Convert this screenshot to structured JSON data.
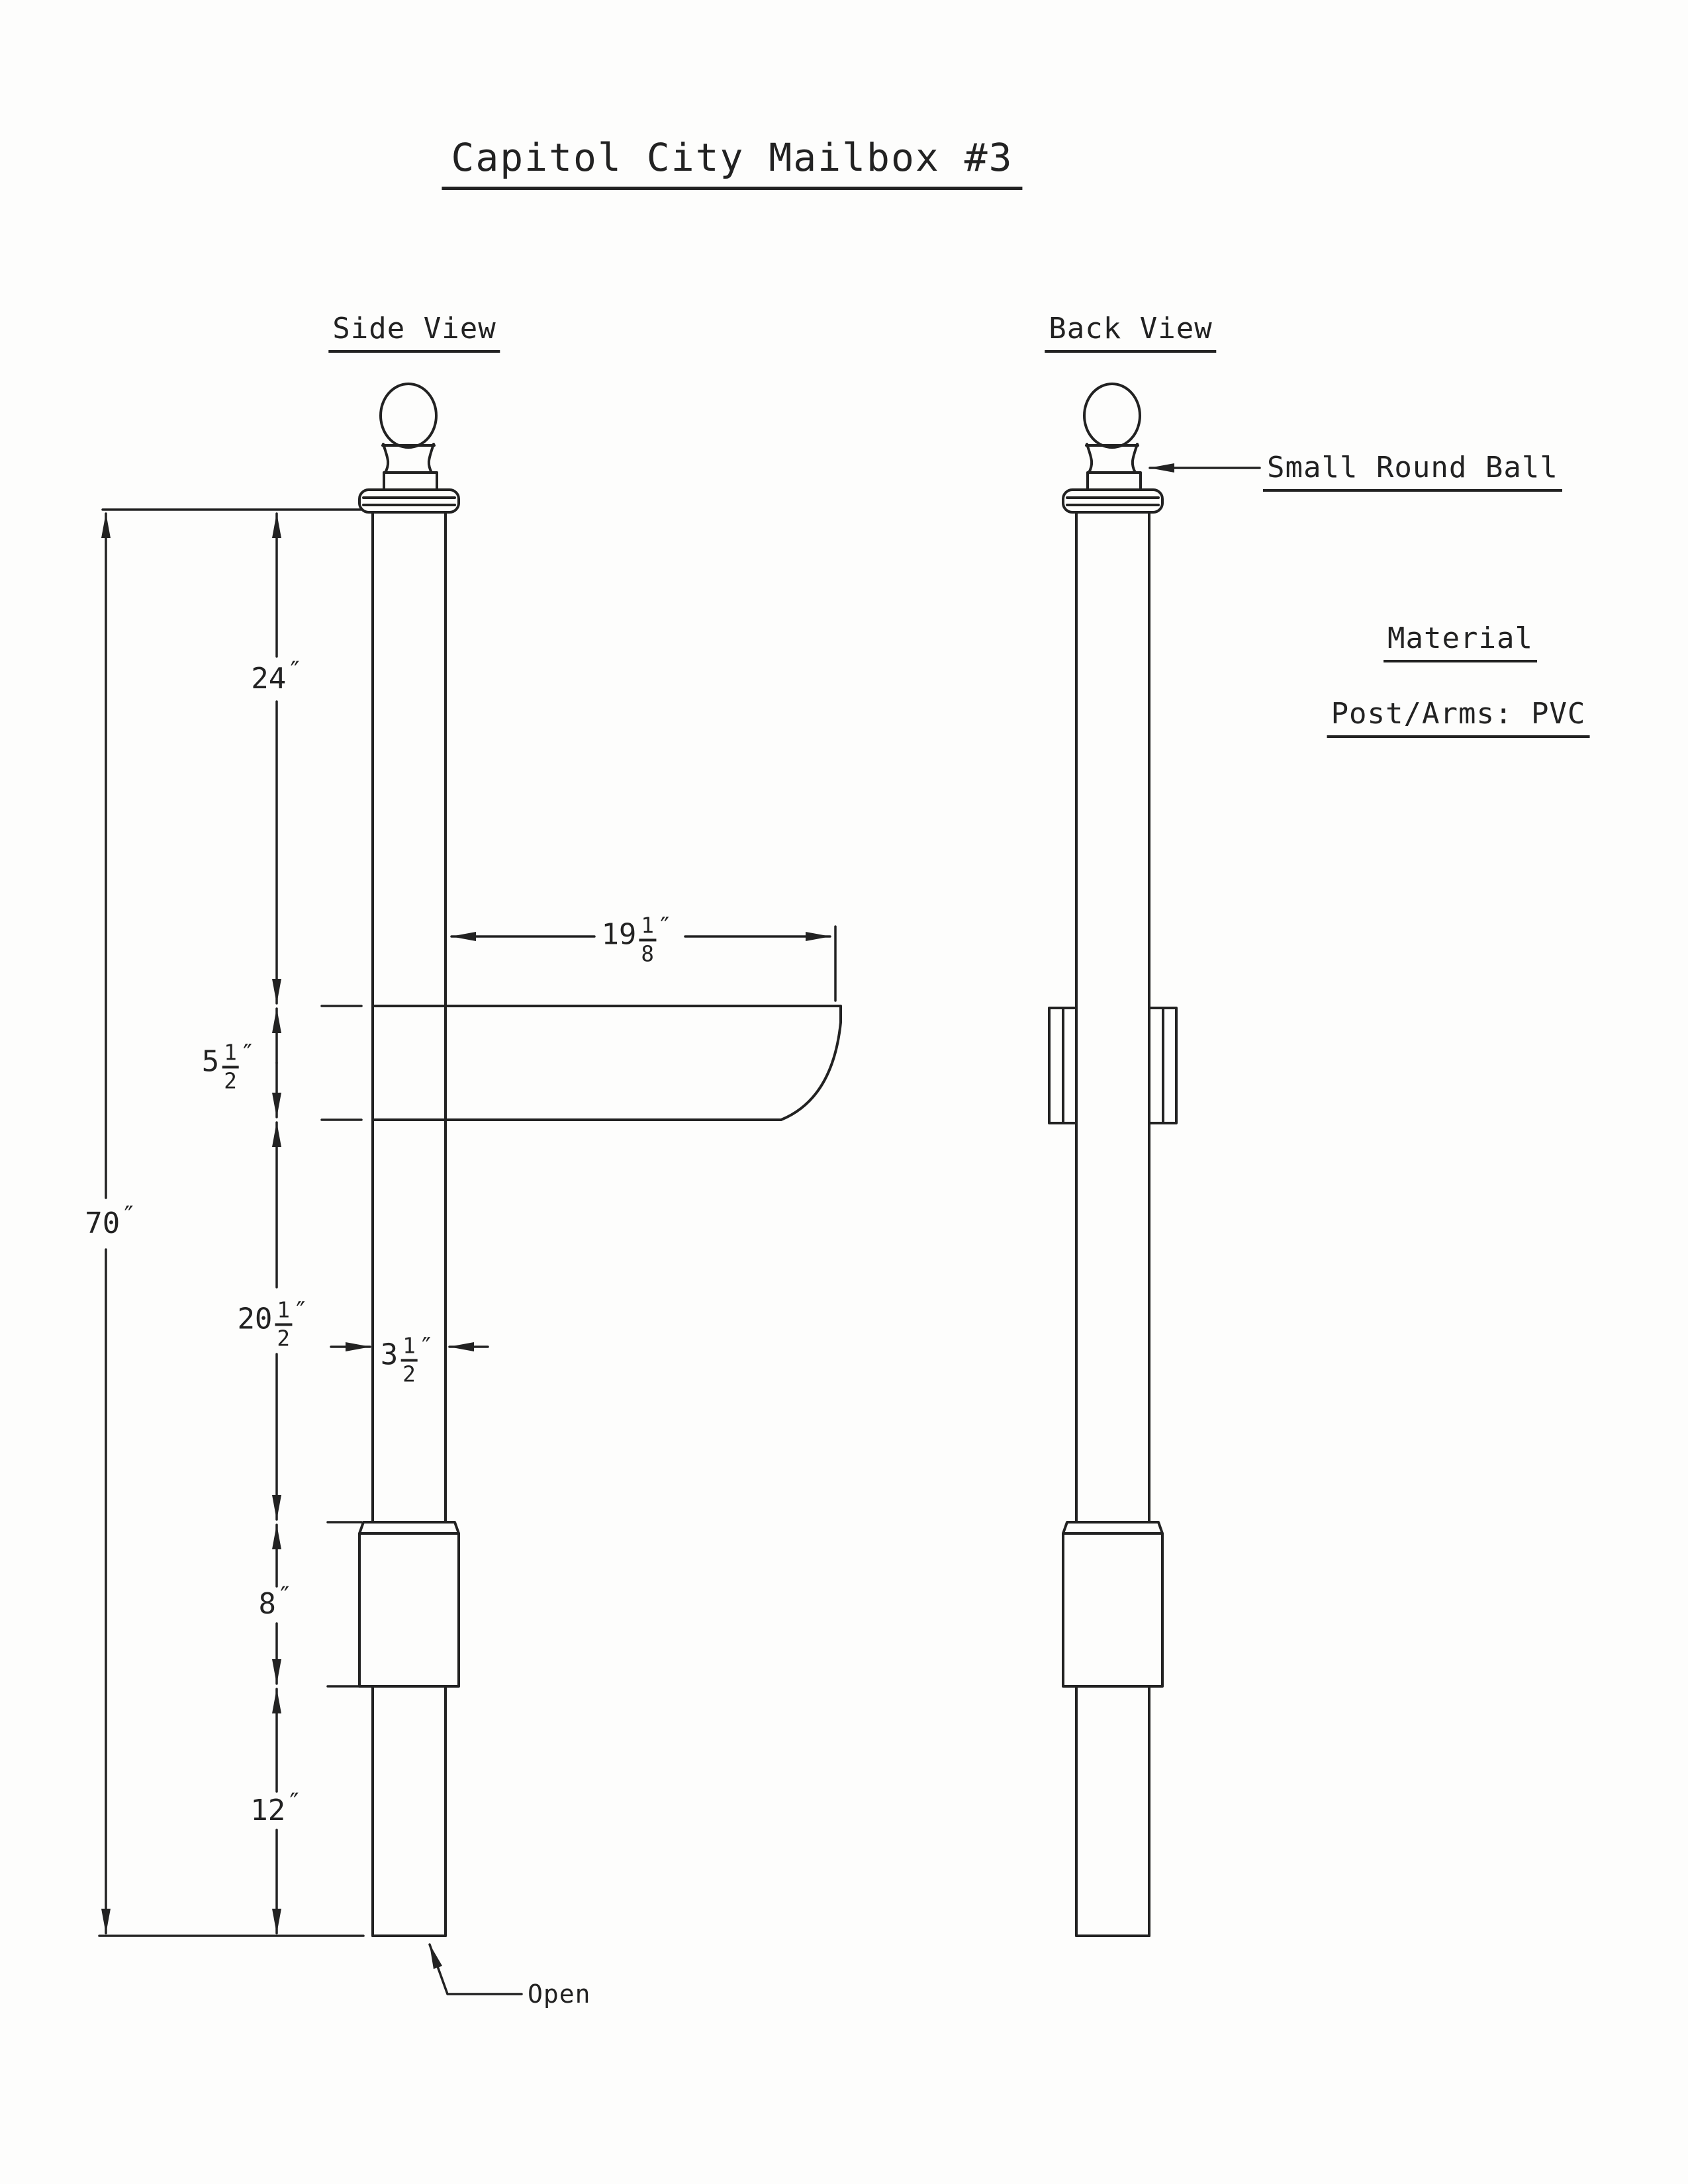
{
  "page": {
    "title": "Capitol City Mailbox #3",
    "paper_color": "#fdfdfc",
    "ink_color": "#222222"
  },
  "views": {
    "side_label": "Side View",
    "back_label": "Back View"
  },
  "annotations": {
    "ball_label": "Small Round Ball",
    "material_heading": "Material",
    "material_value": "Post/Arms: PVC",
    "open_label": "Open"
  },
  "dimensions": {
    "total_height": {
      "whole": "70",
      "unit": "″"
    },
    "top_segment": {
      "whole": "24",
      "unit": "″"
    },
    "arm_length": {
      "whole": "19",
      "num": "1",
      "den": "8",
      "unit": "″"
    },
    "arm_thickness": {
      "whole": "5",
      "num": "1",
      "den": "2",
      "unit": "″"
    },
    "mid_segment": {
      "whole": "20",
      "num": "1",
      "den": "2",
      "unit": "″"
    },
    "post_width": {
      "whole": "3",
      "num": "1",
      "den": "2",
      "unit": "″"
    },
    "collar_height": {
      "whole": "8",
      "unit": "″"
    },
    "bottom_segment": {
      "whole": "12",
      "unit": "″"
    }
  }
}
